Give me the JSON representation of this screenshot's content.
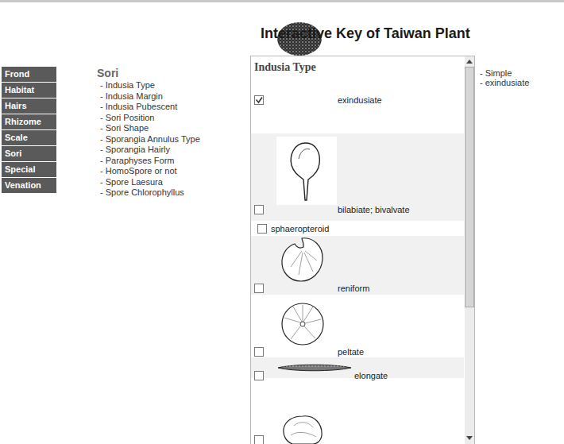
{
  "diagram": {
    "title": "Interactive Key of Taiwan Plant",
    "nodes": [
      {
        "text": [
          "Frond"
        ]
      },
      {
        "text": [
          "Habitat"
        ]
      },
      {
        "text": [
          "Hairs"
        ]
      },
      {
        "text": [
          "Rhizome"
        ]
      },
      {
        "text": [
          "Scale"
        ]
      },
      {
        "text": [
          "Sori"
        ]
      },
      {
        "text": [
          "Special"
        ]
      },
      {
        "text": [
          "Venation"
        ]
      }
    ],
    "labels": [
      "Sori",
      "- Indusia Type",
      "- Indusia Margin",
      "- Indusia Pubescent",
      "- Sori Position",
      "- Sori Shape",
      "- Sporangia Annulus Type",
      "- Sporangia Hairly",
      "- Paraphyses Form",
      "- HomoSpore or not",
      "- Spore Laesura",
      "- Spore Chlorophyllus",
      "Indusia Type",
      "exindusiate",
      "bilabiate; bivalvate",
      "sphaeropteroid",
      "reniform",
      "peltate",
      "elongate",
      "- Simple",
      "- exindusiate"
    ]
  }
}
